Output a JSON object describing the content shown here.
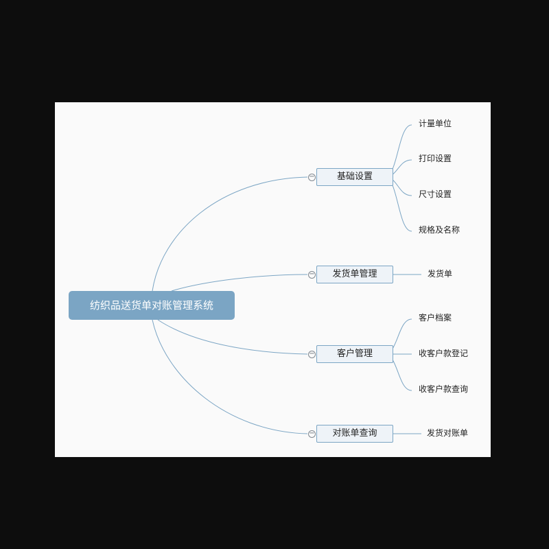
{
  "root": {
    "label": "纺织品送货单对账管理系统"
  },
  "branches": [
    {
      "label": "基础设置",
      "children": [
        "计量单位",
        "打印设置",
        "尺寸设置",
        "规格及名称"
      ]
    },
    {
      "label": "发货单管理",
      "children": [
        "发货单"
      ]
    },
    {
      "label": "客户管理",
      "children": [
        "客户档案",
        "收客户款登记",
        "收客户款查询"
      ]
    },
    {
      "label": "对账单查询",
      "children": [
        "发货对账单"
      ]
    }
  ],
  "collapse_icon": "−",
  "colors": {
    "background": "#0d0d0d",
    "canvas": "#fafafa",
    "root_fill": "#7ba5c4",
    "branch_fill": "#eef3f8",
    "connector": "#7ba5c4"
  }
}
